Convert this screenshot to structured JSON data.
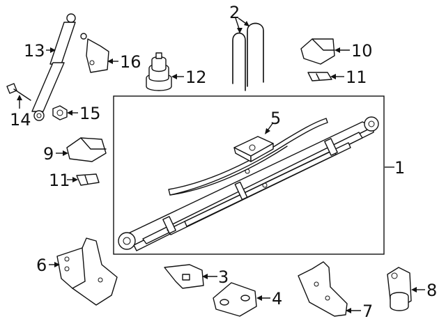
{
  "callouts": [
    {
      "id": "c1",
      "text": "1"
    },
    {
      "id": "c2",
      "text": "2"
    },
    {
      "id": "c3",
      "text": "3"
    },
    {
      "id": "c4",
      "text": "4"
    },
    {
      "id": "c5",
      "text": "5"
    },
    {
      "id": "c6",
      "text": "6"
    },
    {
      "id": "c7",
      "text": "7"
    },
    {
      "id": "c8",
      "text": "8"
    },
    {
      "id": "c9",
      "text": "9"
    },
    {
      "id": "c10",
      "text": "10"
    },
    {
      "id": "c11a",
      "text": "11"
    },
    {
      "id": "c11b",
      "text": "11"
    },
    {
      "id": "c12",
      "text": "12"
    },
    {
      "id": "c13",
      "text": "13"
    },
    {
      "id": "c14",
      "text": "14"
    },
    {
      "id": "c15",
      "text": "15"
    },
    {
      "id": "c16",
      "text": "16"
    }
  ]
}
